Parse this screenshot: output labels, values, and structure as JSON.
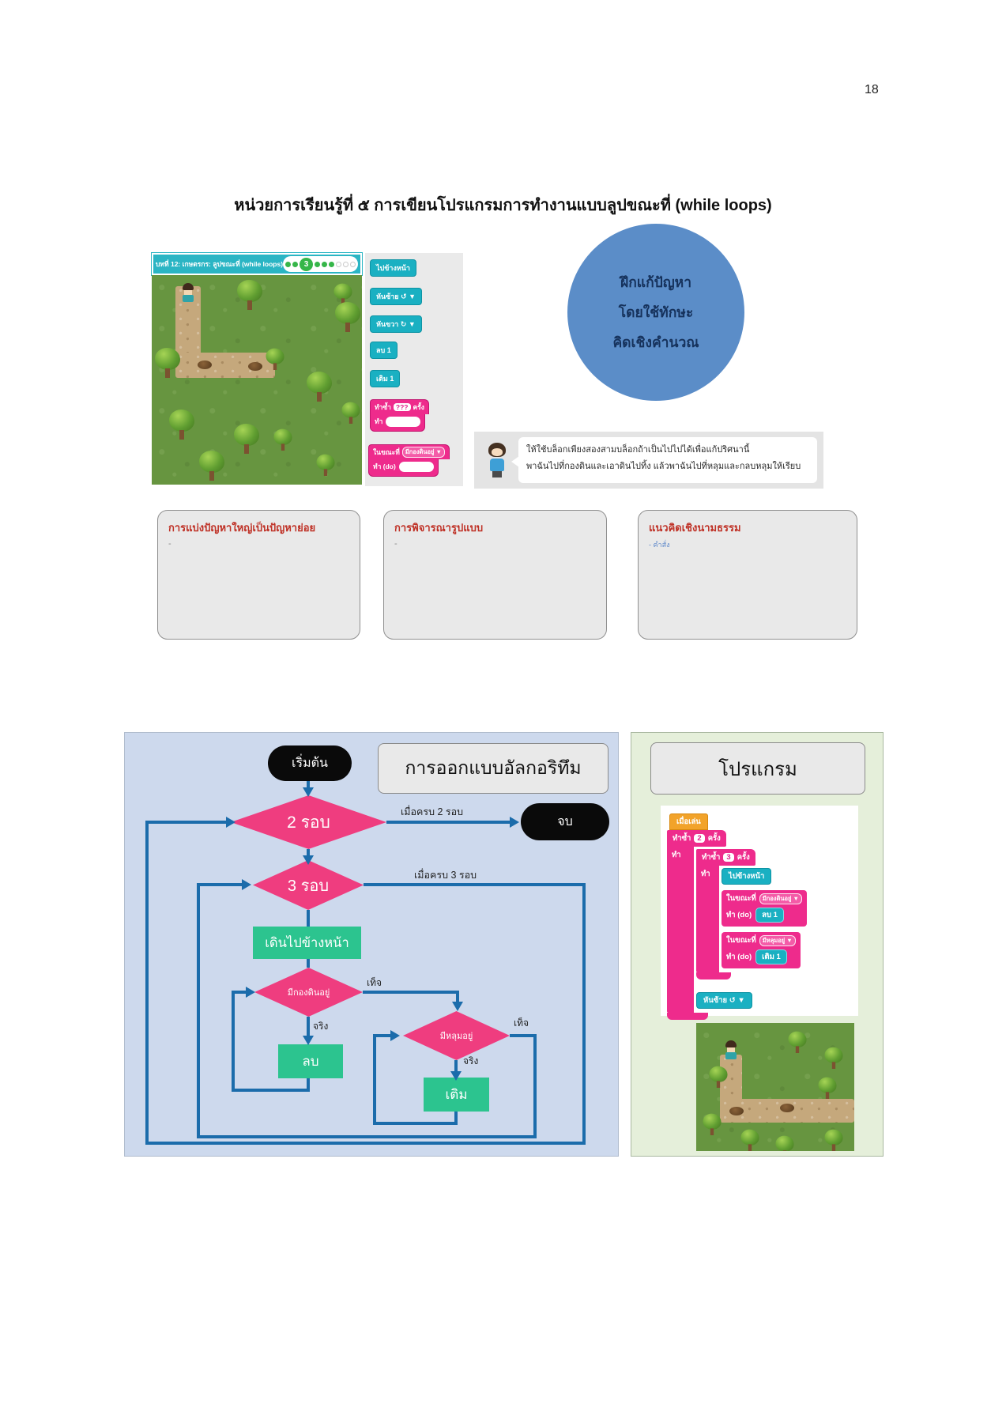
{
  "page": {
    "number": "18",
    "title": "หน่วยการเรียนรู้ที่ ๕ การเขียนโปรแกรมการทำงานแบบลูปขณะที่ (while loops)"
  },
  "lesson_bar": {
    "title": "บทที่ 12: เกษตรกร: ลูปขณะที่ (while loops)",
    "progress_label": "3"
  },
  "palette": {
    "blocks": [
      {
        "label": "ไปข้างหน้า"
      },
      {
        "label": "หันซ้าย ↺ ▼"
      },
      {
        "label": "หันขวา ↻ ▼"
      },
      {
        "label": "ลบ 1"
      },
      {
        "label": "เติม 1"
      }
    ],
    "repeat_block": {
      "prefix": "ทำซ้ำ",
      "count": "???",
      "suffix": "ครั้ง",
      "do_label": "ทำ"
    },
    "while_block": {
      "prefix": "ในขณะที่",
      "condition": "มีกองดินอยู่ ▼",
      "do_label": "ทำ (do)"
    }
  },
  "skill_circle": {
    "lines": [
      "ฝึกแก้ปัญหา",
      "โดยใช้ทักษะ",
      "คิดเชิงคำนวณ"
    ]
  },
  "speech": {
    "line1": "ให้ใช้บล็อกเพียงสองสามบล็อกถ้าเป็นไปไปได้เพื่อแก้ปริศนานี้",
    "line2": "พาฉันไปที่กองดินและเอาดินไปทิ้ง แล้วพาฉันไปที่หลุมและกลบหลุมให้เรียบ"
  },
  "notes": [
    {
      "heading": "การแบ่งปัญหาใหญ่เป็นปัญหาย่อย",
      "body": "-"
    },
    {
      "heading": "การพิจารณารูปแบบ",
      "body": "-"
    },
    {
      "heading": "แนวคิดเชิงนามธรรม",
      "body": "-  คำสั่ง"
    }
  ],
  "flowchart": {
    "title": "การออกแบบอัลกอริทึม",
    "start": "เริ่มต้น",
    "end": "จบ",
    "d2": "2 รอบ",
    "d2_exit": "เมื่อครบ 2 รอบ",
    "d3": "3 รอบ",
    "d3_exit": "เมื่อครบ 3 รอบ",
    "forward": "เดินไปข้างหน้า",
    "cond_dirt": "มีกองดินอยู่",
    "cond_hole": "มีหลุมอยู่",
    "true_label": "จริง",
    "false_label": "เท็จ",
    "remove": "ลบ",
    "fill": "เติม"
  },
  "program": {
    "title": "โปรแกรม",
    "when_run": "เมื่อเล่น",
    "repeat2": {
      "prefix": "ทำซ้ำ",
      "count": "2",
      "suffix": "ครั้ง",
      "do_label": "ทำ"
    },
    "repeat3": {
      "prefix": "ทำซ้ำ",
      "count": "3",
      "suffix": "ครั้ง",
      "do_label": "ทำ"
    },
    "forward": "ไปข้างหน้า",
    "while1": {
      "prefix": "ในขณะที่",
      "condition": "มีกองดินอยู่ ▼",
      "do_label": "ทำ (do)",
      "action": "ลบ 1"
    },
    "while2": {
      "prefix": "ในขณะที่",
      "condition": "มีหลุมอยู่ ▼",
      "do_label": "ทำ (do)",
      "action": "เติม 1"
    },
    "turn_left": "หันซ้าย ↺ ▼"
  },
  "colors": {
    "block_teal": "#1ab0c2",
    "block_pink": "#ee2b8c",
    "block_orange": "#f2a32a",
    "flow_arrow": "#1b6cab",
    "flow_pink": "#ef3d7f",
    "flow_green": "#2cc48f",
    "circle_blue": "#5b8dc8",
    "heading_red": "#bf3126"
  }
}
